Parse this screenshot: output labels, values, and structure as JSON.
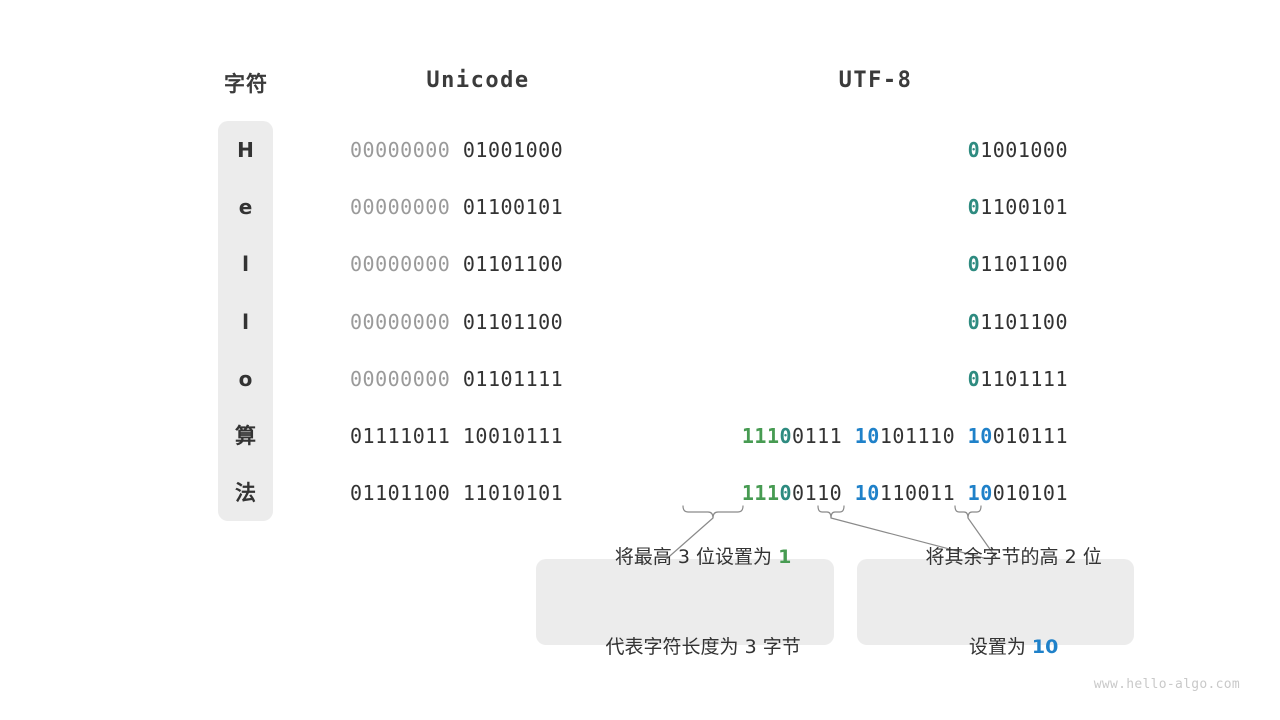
{
  "headers": {
    "character": "字符",
    "unicode": "Unicode",
    "utf8": "UTF-8"
  },
  "colors": {
    "green": "#479b52",
    "blue": "#1f81c9",
    "teal": "#2e8b80",
    "dim": "#9a9a9a",
    "text": "#333333",
    "pill_bg": "#ececec",
    "background": "#ffffff",
    "watermark": "#c9c9c9"
  },
  "rows": [
    {
      "char": "H",
      "cjk": false,
      "unicode": {
        "high_byte": "00000000",
        "high_dim": true,
        "low_byte": "01001000"
      },
      "utf8": [
        {
          "prefix": "0",
          "prefix_color": "teal",
          "rest": "1001000"
        }
      ]
    },
    {
      "char": "e",
      "cjk": false,
      "unicode": {
        "high_byte": "00000000",
        "high_dim": true,
        "low_byte": "01100101"
      },
      "utf8": [
        {
          "prefix": "0",
          "prefix_color": "teal",
          "rest": "1100101"
        }
      ]
    },
    {
      "char": "l",
      "cjk": false,
      "unicode": {
        "high_byte": "00000000",
        "high_dim": true,
        "low_byte": "01101100"
      },
      "utf8": [
        {
          "prefix": "0",
          "prefix_color": "teal",
          "rest": "1101100"
        }
      ]
    },
    {
      "char": "l",
      "cjk": false,
      "unicode": {
        "high_byte": "00000000",
        "high_dim": true,
        "low_byte": "01101100"
      },
      "utf8": [
        {
          "prefix": "0",
          "prefix_color": "teal",
          "rest": "1101100"
        }
      ]
    },
    {
      "char": "o",
      "cjk": false,
      "unicode": {
        "high_byte": "00000000",
        "high_dim": true,
        "low_byte": "01101111"
      },
      "utf8": [
        {
          "prefix": "0",
          "prefix_color": "teal",
          "rest": "1101111"
        }
      ]
    },
    {
      "char": "算",
      "cjk": true,
      "unicode": {
        "high_byte": "01111011",
        "high_dim": false,
        "low_byte": "10010111"
      },
      "utf8": [
        {
          "prefix": "111",
          "prefix_color": "green",
          "prefix2": "0",
          "prefix2_color": "teal",
          "rest": "0111"
        },
        {
          "prefix": "10",
          "prefix_color": "blue",
          "rest": "101110"
        },
        {
          "prefix": "10",
          "prefix_color": "blue",
          "rest": "010111"
        }
      ]
    },
    {
      "char": "法",
      "cjk": true,
      "unicode": {
        "high_byte": "01101100",
        "high_dim": false,
        "low_byte": "11010101"
      },
      "utf8": [
        {
          "prefix": "111",
          "prefix_color": "green",
          "prefix2": "0",
          "prefix2_color": "teal",
          "rest": "0110"
        },
        {
          "prefix": "10",
          "prefix_color": "blue",
          "rest": "110011"
        },
        {
          "prefix": "10",
          "prefix_color": "blue",
          "rest": "010101"
        }
      ]
    }
  ],
  "callouts": [
    {
      "id": "callout-1",
      "line1_pre": "将最高 3 位设置为 ",
      "line1_hl": "1",
      "line1_hl_color": "green",
      "line2_pre": "代表字符长度为 3 字节",
      "line2_hl": "",
      "line2_hl_color": ""
    },
    {
      "id": "callout-2",
      "line1_pre": "将其余字节的高 2 位",
      "line1_hl": "",
      "line1_hl_color": "",
      "line2_pre": "设置为 ",
      "line2_hl": "10",
      "line2_hl_color": "blue"
    }
  ],
  "watermark": "www.hello-algo.com"
}
